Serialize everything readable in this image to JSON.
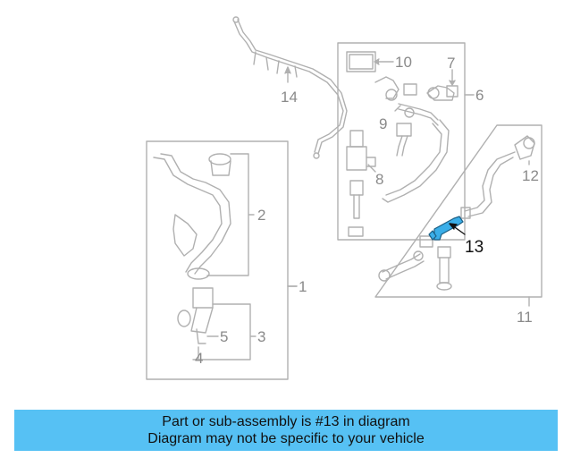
{
  "diagram": {
    "callouts": [
      "1",
      "2",
      "3",
      "4",
      "5",
      "6",
      "7",
      "8",
      "9",
      "10",
      "11",
      "12",
      "13",
      "14"
    ],
    "highlighted_part": "13",
    "colors": {
      "line": "#b0b0b0",
      "highlight": "#3aaee8",
      "label": "#8a8a8a",
      "banner": "#56c1f4"
    }
  },
  "banner": {
    "line1": "Part or sub-assembly is #13 in diagram",
    "line2": "Diagram may not be specific to your vehicle"
  }
}
